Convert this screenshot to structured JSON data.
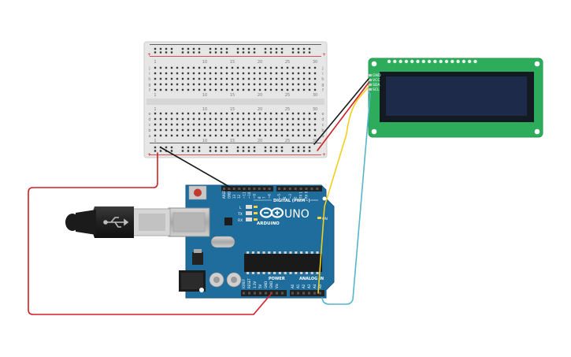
{
  "breadboard": {
    "columns_top": [
      "1",
      "",
      "",
      "",
      "",
      "",
      "",
      "",
      "",
      "10",
      "",
      "",
      "",
      "",
      "15",
      "",
      "",
      "",
      "",
      "20",
      "",
      "",
      "",
      "",
      "25",
      "",
      "",
      "",
      "",
      "30"
    ],
    "row_letters_top": [
      "j",
      "i",
      "h",
      "g",
      "f"
    ],
    "row_letters_bottom": [
      "e",
      "d",
      "c",
      "b",
      "a"
    ],
    "rail_plus": "+",
    "rail_minus": "-"
  },
  "arduino": {
    "brand": "ARDUINO",
    "model": "UNO",
    "digital_label": "DIGITAL (PWM~)",
    "power_label": "POWER",
    "analog_label": "ANALOG IN",
    "led_l": "L",
    "led_tx": "TX",
    "led_rx": "RX",
    "led_on": "ON",
    "digital_pins": [
      "AREF",
      "GND",
      "13",
      "12",
      "~11",
      "~10",
      "~9",
      "8",
      "7",
      "~6",
      "~5",
      "4",
      "~3",
      "2",
      "TX 1",
      "RX 0"
    ],
    "power_pins": [
      "IOREF",
      "RESET",
      "3.3V",
      "5V",
      "GND",
      "GND",
      "Vin"
    ],
    "analog_pins": [
      "A0",
      "A1",
      "A2",
      "A3",
      "A4",
      "A5"
    ]
  },
  "lcd": {
    "pins": [
      "GND",
      "VCC",
      "SDA",
      "SCL"
    ]
  },
  "colors": {
    "board_blue": "#1f6d9c",
    "lcd_green": "#2dac5c",
    "lcd_screen": "#1e2a4a",
    "wire_red": "#d11f26",
    "wire_black": "#1a1a1a",
    "wire_yellow": "#f2cf1d",
    "wire_cyan": "#55b5cc"
  }
}
